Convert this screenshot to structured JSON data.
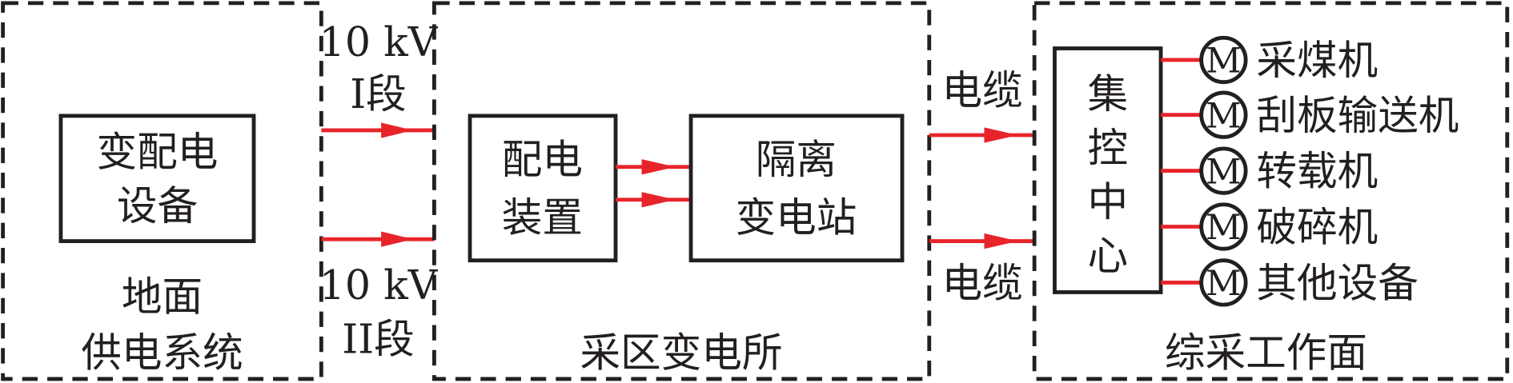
{
  "colors": {
    "line": "#231f20",
    "power": "#e8242b"
  },
  "ground": {
    "box_lines": [
      "变配电",
      "设备"
    ],
    "label_lines": [
      "地面",
      "供电系统"
    ]
  },
  "feeders": {
    "upper": [
      "10 kV",
      "I段"
    ],
    "lower": [
      "10 kV",
      "II段"
    ]
  },
  "substation": {
    "distribution_lines": [
      "配电",
      "装置"
    ],
    "isolation_lines": [
      "隔离",
      "变电站"
    ],
    "label": "采区变电所"
  },
  "cables": {
    "upper": "电缆",
    "lower": "电缆"
  },
  "face": {
    "control_center_chars": [
      "集",
      "控",
      "中",
      "心"
    ],
    "motor_symbol": "M",
    "equipment": [
      "采煤机",
      "刮板输送机",
      "转载机",
      "破碎机",
      "其他设备"
    ],
    "label": "综采工作面"
  }
}
